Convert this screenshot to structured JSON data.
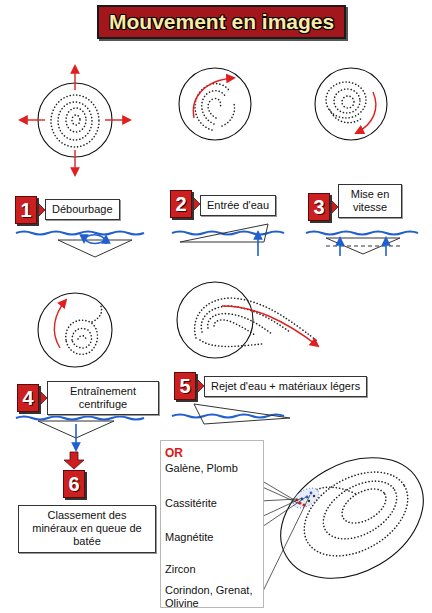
{
  "diagram": {
    "title": "Mouvement en images",
    "nodes": [
      {
        "text": [
          "1"
        ]
      },
      {
        "text": [
          "Débourbage"
        ]
      },
      {
        "text": [
          "2"
        ]
      },
      {
        "text": [
          "Entrée d'eau"
        ]
      },
      {
        "text": [
          "3"
        ]
      },
      {
        "text": [
          "Mise en vitesse"
        ]
      },
      {
        "text": [
          "4"
        ]
      },
      {
        "text": [
          "Entraînement centrifuge"
        ]
      },
      {
        "text": [
          "5"
        ]
      },
      {
        "text": [
          "Rejet d'eau + matériaux légers"
        ]
      },
      {
        "text": [
          "6"
        ]
      },
      {
        "text": [
          "Classement des minéraux en queue de batée"
        ]
      },
      {
        "text": [
          "OR",
          "Galène, Plomb",
          "Cassitérite",
          "Magnétite",
          "Zircon",
          "Corindon, Grenat, Olivine"
        ]
      }
    ]
  }
}
